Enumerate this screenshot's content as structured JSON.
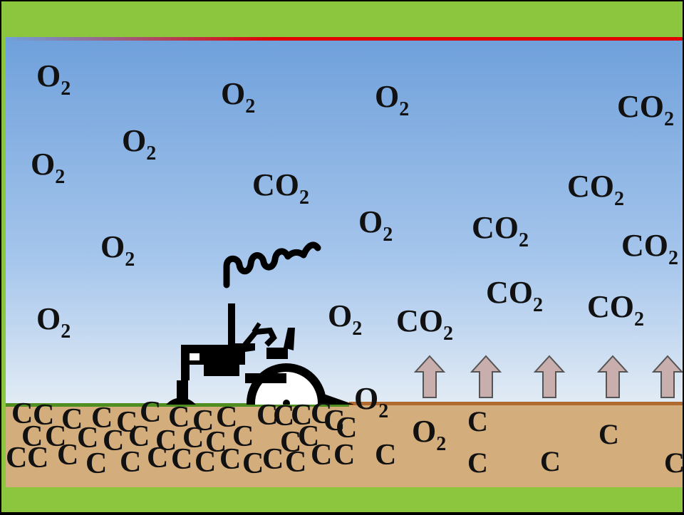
{
  "labels": {
    "o2_element": "O",
    "o2_subscript": "2",
    "co2_element": "CO",
    "co2_subscript": "2",
    "carbon": "C"
  },
  "colors": {
    "frame_green": "#8cc63f",
    "sky_top": "#6fa0db",
    "sky_bottom": "#eef2f5",
    "soil": "#d4ad7c",
    "grass_line": "#4f8f22",
    "tilled_line": "#b06a2e",
    "top_accent_line": "#e00000",
    "arrow_fill": "#c9aeae"
  },
  "icons": [
    "tractor-icon",
    "smoke-icon",
    "upward-arrow-icon"
  ]
}
